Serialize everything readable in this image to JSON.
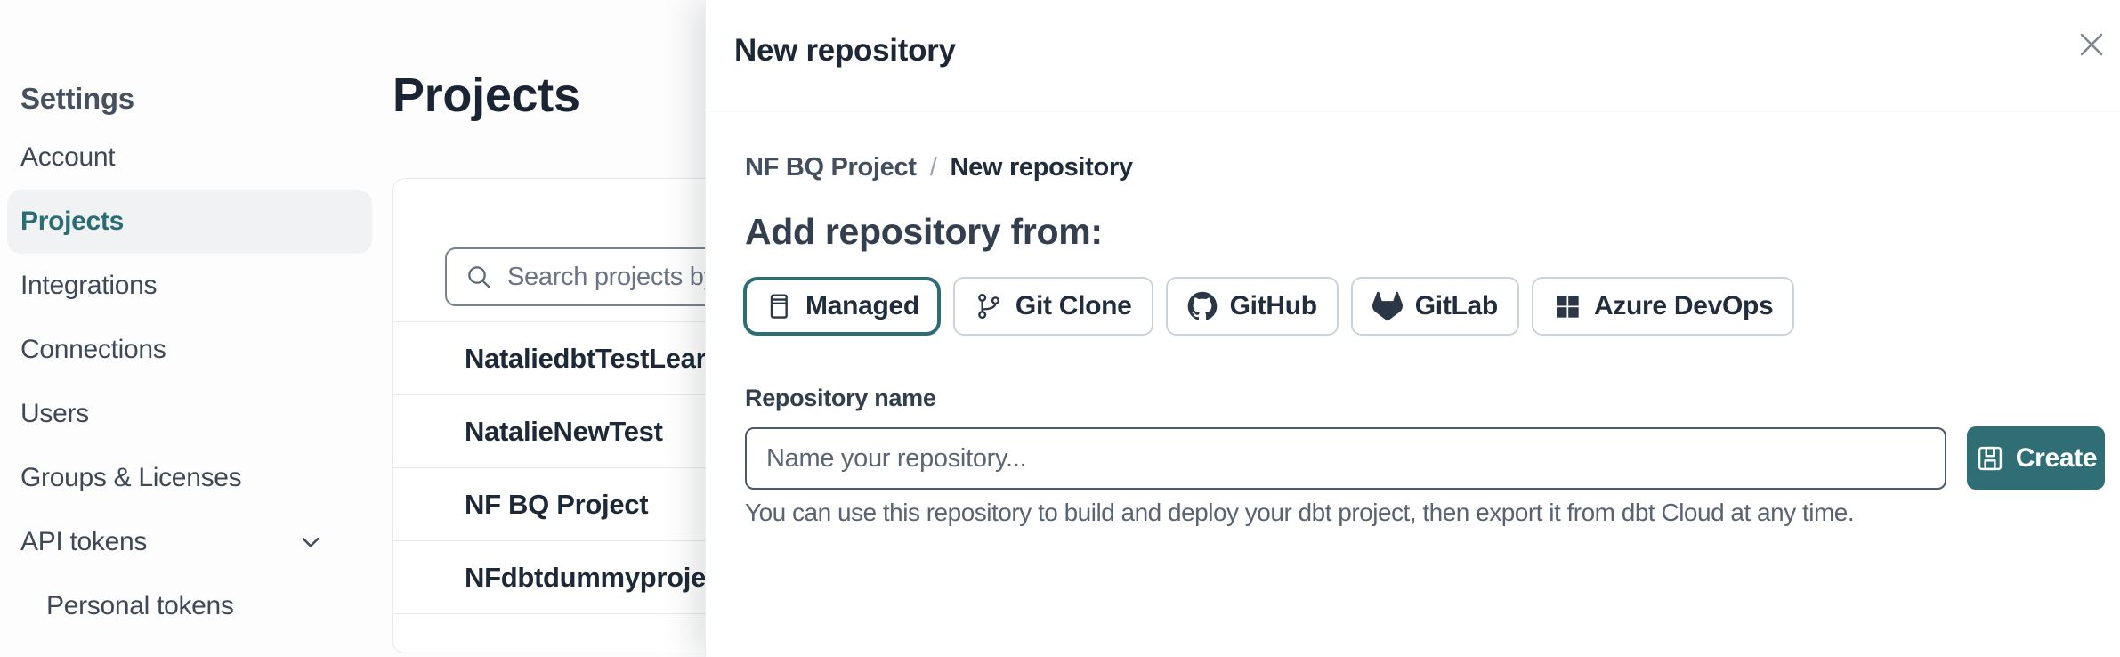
{
  "sidebar": {
    "heading": "Settings",
    "items": [
      {
        "label": "Account",
        "selected": false
      },
      {
        "label": "Projects",
        "selected": true
      },
      {
        "label": "Integrations",
        "selected": false
      },
      {
        "label": "Connections",
        "selected": false
      },
      {
        "label": "Users",
        "selected": false
      },
      {
        "label": "Groups & Licenses",
        "selected": false
      },
      {
        "label": "API tokens",
        "selected": false,
        "expandable": true
      },
      {
        "label": "Personal tokens",
        "selected": false,
        "indented": true
      }
    ]
  },
  "main": {
    "title": "Projects",
    "search": {
      "placeholder": "Search projects by name",
      "value": ""
    },
    "projects": [
      {
        "name": "NataliedbtTestLearn T"
      },
      {
        "name": "NatalieNewTest"
      },
      {
        "name": "NF BQ Project"
      },
      {
        "name": "NFdbtdummyproject"
      }
    ]
  },
  "modal": {
    "title": "New repository",
    "breadcrumb": {
      "parent": "NF BQ Project",
      "separator": "/",
      "current": "New repository"
    },
    "heading": "Add repository from:",
    "sources": [
      {
        "label": "Managed",
        "icon": "journal-icon",
        "selected": true
      },
      {
        "label": "Git Clone",
        "icon": "git-branch-icon",
        "selected": false
      },
      {
        "label": "GitHub",
        "icon": "github-octocat-icon",
        "selected": false
      },
      {
        "label": "GitLab",
        "icon": "gitlab-tanuki-icon",
        "selected": false
      },
      {
        "label": "Azure DevOps",
        "icon": "azure-grid-icon",
        "selected": false
      }
    ],
    "field": {
      "label": "Repository name",
      "placeholder": "Name your repository...",
      "value": ""
    },
    "create_label": "Create",
    "help_text": "You can use this repository to build and deploy your dbt project, then export it from dbt Cloud at any time."
  },
  "colors": {
    "accent_teal": "#2d6e74",
    "create_button_bg": "#2f6e74",
    "dark_text": "#1d2736",
    "slate_text": "#3e4856",
    "muted_text": "#5a6372",
    "selected_pill_bg": "#f1f2f4",
    "border_light": "#ccd2da"
  }
}
